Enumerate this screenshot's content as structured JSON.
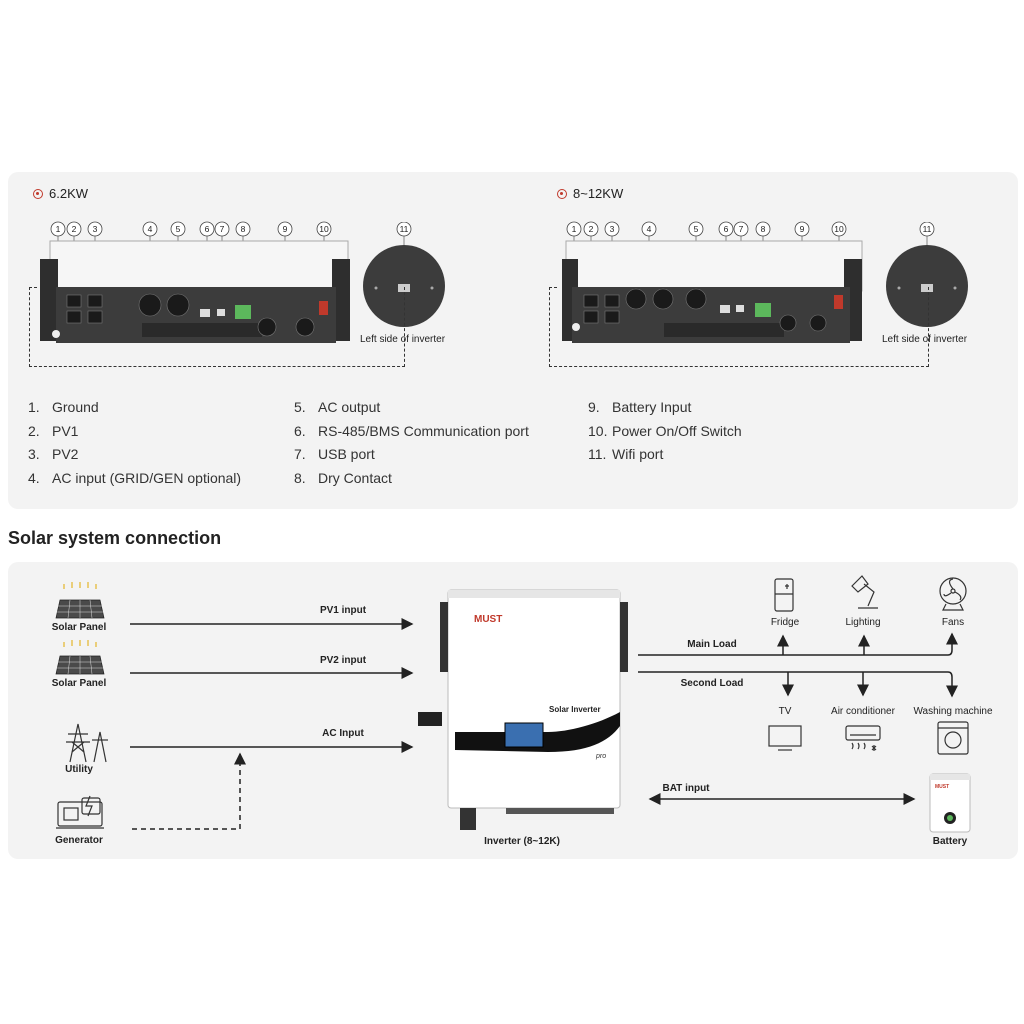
{
  "ports_panel": {
    "left_model": {
      "title": "6.2KW",
      "callouts": [
        "1",
        "2",
        "3",
        "4",
        "5",
        "6",
        "7",
        "8",
        "9",
        "10"
      ],
      "side_callout": "11",
      "side_label": "Left side of inverter"
    },
    "right_model": {
      "title": "8~12KW",
      "callouts": [
        "1",
        "2",
        "3",
        "4",
        "5",
        "6",
        "7",
        "8",
        "9",
        "10"
      ],
      "side_callout": "11",
      "side_label": "Left side of inverter"
    },
    "legend": [
      [
        {
          "num": "1.",
          "text": "Ground"
        },
        {
          "num": "2.",
          "text": "PV1"
        },
        {
          "num": "3.",
          "text": "PV2"
        },
        {
          "num": "4.",
          "text": "AC input (GRID/GEN optional)"
        }
      ],
      [
        {
          "num": "5.",
          "text": "AC output"
        },
        {
          "num": "6.",
          "text": "RS-485/BMS Communication port"
        },
        {
          "num": "7.",
          "text": "USB port"
        },
        {
          "num": "8.",
          "text": "Dry Contact"
        }
      ],
      [
        {
          "num": "9.",
          "text": "Battery Input"
        },
        {
          "num": "10.",
          "text": "Power On/Off Switch"
        },
        {
          "num": "11.",
          "text": "Wifi port"
        }
      ]
    ]
  },
  "connection": {
    "title": "Solar system connection",
    "sources": {
      "solar1": "Solar Panel",
      "solar2": "Solar Panel",
      "utility": "Utility",
      "generator": "Generator"
    },
    "lines": {
      "pv1": "PV1 input",
      "pv2": "PV2 input",
      "ac": "AC Input",
      "main_load": "Main Load",
      "second_load": "Second Load",
      "bat": "BAT input"
    },
    "inverter": {
      "brand": "MUST",
      "product": "Solar Inverter",
      "badge": "pro",
      "label": "Inverter (8~12K)"
    },
    "main_loads": [
      "Fridge",
      "Lighting",
      "Fans"
    ],
    "second_loads": [
      "TV",
      "Air conditioner",
      "Washing machine"
    ],
    "battery": {
      "label": "Battery",
      "brand": "MUST"
    }
  },
  "colors": {
    "accent": "#c0392b",
    "panel_bg": "#f3f3f3",
    "device_dark": "#3c3c3c",
    "terminal_green": "#5cb85c"
  }
}
